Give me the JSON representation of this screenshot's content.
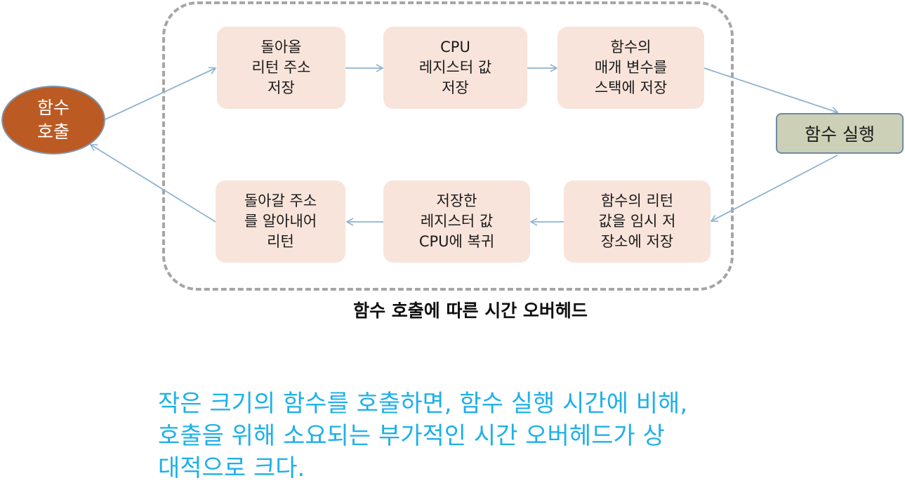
{
  "diagram": {
    "caption": "함수 호출에 따른 시간 오버헤드",
    "call_node": "함수\n호출",
    "exec_node": "함수 실행",
    "steps_top": [
      "돌아올\n리턴 주소\n저장",
      "CPU\n레지스터 값\n저장",
      "함수의\n매개 변수를\n스택에 저장"
    ],
    "steps_bottom": [
      "돌아갈 주소\n를 알아내어\n리턴",
      "저장한\n레지스터 값\nCPU에 복귀",
      "함수의 리턴\n값을 임시 저\n장소에 저장"
    ],
    "colors": {
      "step_fill": "#f8e4da",
      "call_fill": "#bb5a22",
      "exec_fill": "#ccd0b6",
      "arrow": "#8fb3d1",
      "dashed_border": "#a6a6a6",
      "note_text": "#1eb0e8"
    }
  },
  "note": "작은 크기의 함수를 호출하면, 함수 실행 시간에 비해,\n호출을 위해 소요되는 부가적인 시간 오버헤드가 상\n대적으로 크다."
}
